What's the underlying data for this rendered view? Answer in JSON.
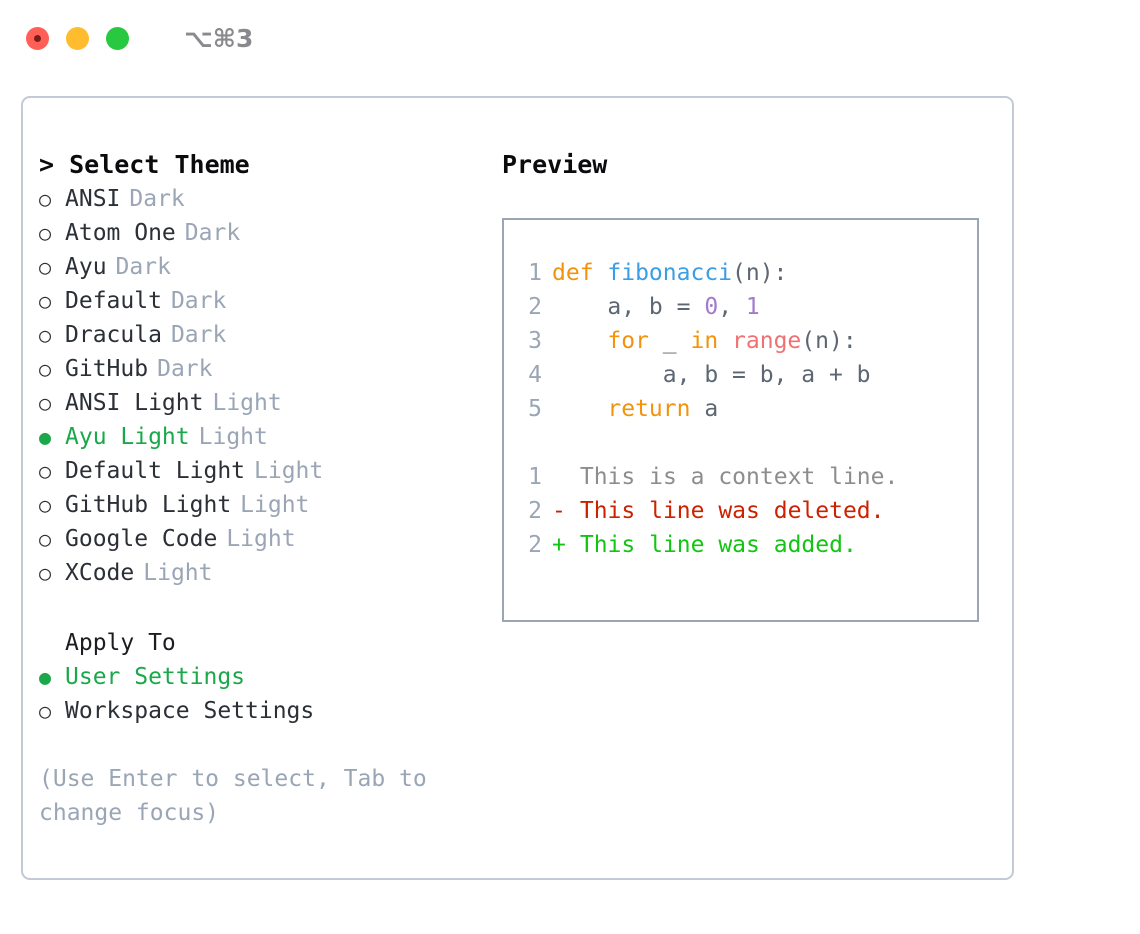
{
  "window": {
    "traffic_lights": [
      "close",
      "minimize",
      "maximize"
    ],
    "shortcut": "⌥⌘3"
  },
  "theme_picker": {
    "title": "> Select Theme",
    "options": [
      {
        "bullet": "○",
        "label": "ANSI",
        "tag": "Dark",
        "selected": false
      },
      {
        "bullet": "○",
        "label": "Atom One",
        "tag": "Dark",
        "selected": false
      },
      {
        "bullet": "○",
        "label": "Ayu",
        "tag": "Dark",
        "selected": false
      },
      {
        "bullet": "○",
        "label": "Default",
        "tag": "Dark",
        "selected": false
      },
      {
        "bullet": "○",
        "label": "Dracula",
        "tag": "Dark",
        "selected": false
      },
      {
        "bullet": "○",
        "label": "GitHub",
        "tag": "Dark",
        "selected": false
      },
      {
        "bullet": "○",
        "label": "ANSI Light",
        "tag": "Light",
        "selected": false
      },
      {
        "bullet": "●",
        "label": "Ayu Light",
        "tag": "Light",
        "selected": true
      },
      {
        "bullet": "○",
        "label": "Default Light",
        "tag": "Light",
        "selected": false
      },
      {
        "bullet": "○",
        "label": "GitHub Light",
        "tag": "Light",
        "selected": false
      },
      {
        "bullet": "○",
        "label": "Google Code",
        "tag": "Light",
        "selected": false
      },
      {
        "bullet": "○",
        "label": "XCode",
        "tag": "Light",
        "selected": false
      }
    ]
  },
  "apply_to": {
    "title": "Apply To",
    "options": [
      {
        "bullet": "●",
        "label": "User Settings",
        "selected": true
      },
      {
        "bullet": "○",
        "label": "Workspace Settings",
        "selected": false
      }
    ]
  },
  "hint": "(Use Enter to select, Tab to change focus)",
  "preview": {
    "title": "Preview",
    "code_lines": [
      {
        "number": "1",
        "tokens": [
          {
            "text": "def ",
            "type": "kw"
          },
          {
            "text": "fibonacci",
            "type": "fn"
          },
          {
            "text": "(n):",
            "type": "punct"
          }
        ]
      },
      {
        "number": "2",
        "tokens": [
          {
            "text": "    a, b = ",
            "type": "plain"
          },
          {
            "text": "0",
            "type": "num"
          },
          {
            "text": ", ",
            "type": "plain"
          },
          {
            "text": "1",
            "type": "num"
          }
        ]
      },
      {
        "number": "3",
        "tokens": [
          {
            "text": "    ",
            "type": "plain"
          },
          {
            "text": "for",
            "type": "kw"
          },
          {
            "text": " _ ",
            "type": "plain"
          },
          {
            "text": "in",
            "type": "kw"
          },
          {
            "text": " ",
            "type": "plain"
          },
          {
            "text": "range",
            "type": "built"
          },
          {
            "text": "(n):",
            "type": "punct"
          }
        ]
      },
      {
        "number": "4",
        "tokens": [
          {
            "text": "        a, b = b, a + b",
            "type": "plain"
          }
        ]
      },
      {
        "number": "5",
        "tokens": [
          {
            "text": "    ",
            "type": "plain"
          },
          {
            "text": "return",
            "type": "kw"
          },
          {
            "text": " a",
            "type": "plain"
          }
        ]
      }
    ],
    "diff_lines": [
      {
        "number": "1",
        "mark": " ",
        "text": "This is a context line.",
        "type": "context"
      },
      {
        "number": "2",
        "mark": "-",
        "text": "This line was deleted.",
        "type": "deleted"
      },
      {
        "number": "2",
        "mark": "+",
        "text": "This line was added.",
        "type": "added"
      }
    ]
  },
  "colors": {
    "accent_green": "#1aa84a",
    "muted": "#9aa5b5",
    "keyword": "#f2930d",
    "function": "#399ee6",
    "number": "#a37acc",
    "builtin": "#f07171",
    "diff_deleted": "#cc2200",
    "diff_added": "#13c513",
    "border": "#c3cad6",
    "preview_border": "#9aa5b5"
  }
}
